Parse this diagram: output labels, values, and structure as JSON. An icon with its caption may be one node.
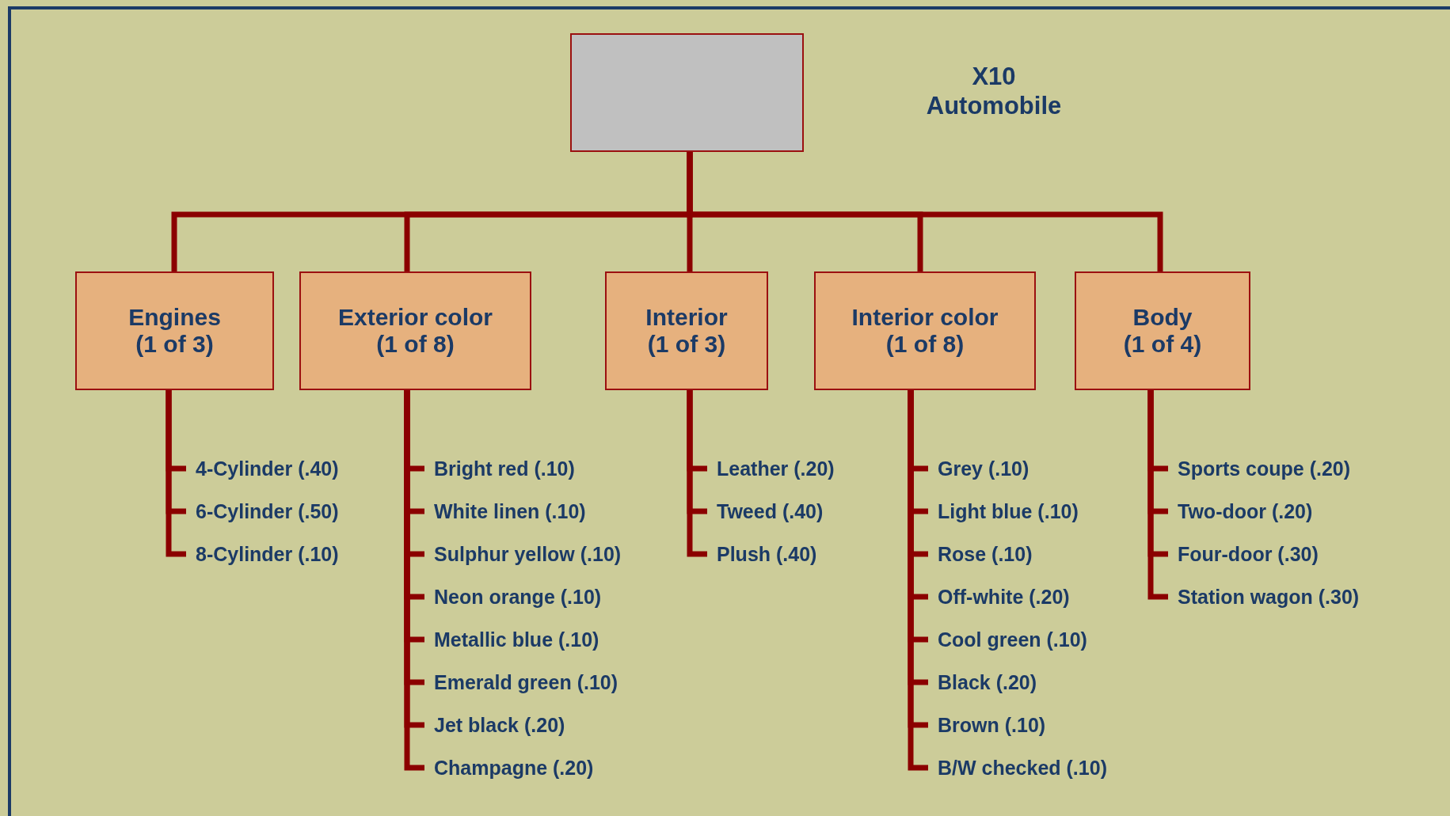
{
  "diagram": {
    "nodes": [
      {
        "text": [],
        "shape": "box"
      },
      {
        "text": [
          "Engines",
          "(1 of 3)"
        ]
      },
      {
        "text": [
          "Exterior color",
          "(1 of 8)"
        ]
      },
      {
        "text": [
          "Interior",
          "(1 of 3)"
        ]
      },
      {
        "text": [
          "Interior color",
          "(1 of 8)"
        ]
      },
      {
        "text": [
          "Body",
          "(1 of 4)"
        ]
      },
      {
        "text": [
          "4-Cylinder (.40)"
        ]
      },
      {
        "text": [
          "6-Cylinder (.50)"
        ]
      },
      {
        "text": [
          "8-Cylinder (.10)"
        ]
      },
      {
        "text": [
          "Bright red (.10)"
        ]
      },
      {
        "text": [
          "White linen (.10)"
        ]
      },
      {
        "text": [
          "Sulphur yellow (.10)"
        ]
      },
      {
        "text": [
          "Neon orange (.10)"
        ]
      },
      {
        "text": [
          "Metallic blue (.10)"
        ]
      },
      {
        "text": [
          "Emerald green (.10)"
        ]
      },
      {
        "text": [
          "Jet black (.20)"
        ]
      },
      {
        "text": [
          "Champagne (.20)"
        ]
      },
      {
        "text": [
          "Leather (.20)"
        ]
      },
      {
        "text": [
          "Tweed (.40)"
        ]
      },
      {
        "text": [
          "Plush (.40)"
        ]
      },
      {
        "text": [
          "Grey (.10)"
        ]
      },
      {
        "text": [
          "Light blue (.10)"
        ]
      },
      {
        "text": [
          "Rose (.10)"
        ]
      },
      {
        "text": [
          "Off-white (.20)"
        ]
      },
      {
        "text": [
          "Cool green (.10)"
        ]
      },
      {
        "text": [
          "Black (.20)"
        ]
      },
      {
        "text": [
          "Brown (.10)"
        ]
      },
      {
        "text": [
          "B/W checked (.10)"
        ]
      },
      {
        "text": [
          "Sports coupe (.20)"
        ]
      },
      {
        "text": [
          "Two-door (.20)"
        ]
      },
      {
        "text": [
          "Four-door (.30)"
        ]
      },
      {
        "text": [
          "Station wagon (.30)"
        ]
      }
    ],
    "edges": [
      {
        "from": 0,
        "to": 1,
        "arrow": "none"
      },
      {
        "from": 0,
        "to": 2,
        "arrow": "none"
      },
      {
        "from": 0,
        "to": 3,
        "arrow": "none"
      },
      {
        "from": 0,
        "to": 4,
        "arrow": "none"
      },
      {
        "from": 0,
        "to": 5,
        "arrow": "none"
      },
      {
        "from": 1,
        "to": 6,
        "arrow": "none"
      },
      {
        "from": 1,
        "to": 7,
        "arrow": "none"
      },
      {
        "from": 1,
        "to": 8,
        "arrow": "none"
      },
      {
        "from": 2,
        "to": 9,
        "arrow": "none"
      },
      {
        "from": 2,
        "to": 10,
        "arrow": "none"
      },
      {
        "from": 2,
        "to": 11,
        "arrow": "none"
      },
      {
        "from": 2,
        "to": 12,
        "arrow": "none"
      },
      {
        "from": 2,
        "to": 13,
        "arrow": "none"
      },
      {
        "from": 2,
        "to": 14,
        "arrow": "none"
      },
      {
        "from": 2,
        "to": 15,
        "arrow": "none"
      },
      {
        "from": 2,
        "to": 16,
        "arrow": "none"
      },
      {
        "from": 3,
        "to": 17,
        "arrow": "none"
      },
      {
        "from": 3,
        "to": 18,
        "arrow": "none"
      },
      {
        "from": 3,
        "to": 19,
        "arrow": "none"
      },
      {
        "from": 4,
        "to": 20,
        "arrow": "none"
      },
      {
        "from": 4,
        "to": 21,
        "arrow": "none"
      },
      {
        "from": 4,
        "to": 22,
        "arrow": "none"
      },
      {
        "from": 4,
        "to": 23,
        "arrow": "none"
      },
      {
        "from": 4,
        "to": 24,
        "arrow": "none"
      },
      {
        "from": 4,
        "to": 25,
        "arrow": "none"
      },
      {
        "from": 4,
        "to": 26,
        "arrow": "none"
      },
      {
        "from": 4,
        "to": 27,
        "arrow": "none"
      },
      {
        "from": 5,
        "to": 28,
        "arrow": "none"
      },
      {
        "from": 5,
        "to": 29,
        "arrow": "none"
      },
      {
        "from": 5,
        "to": 30,
        "arrow": "none"
      },
      {
        "from": 5,
        "to": 31,
        "arrow": "none"
      }
    ],
    "labels": [
      "X10 Automobile"
    ]
  }
}
